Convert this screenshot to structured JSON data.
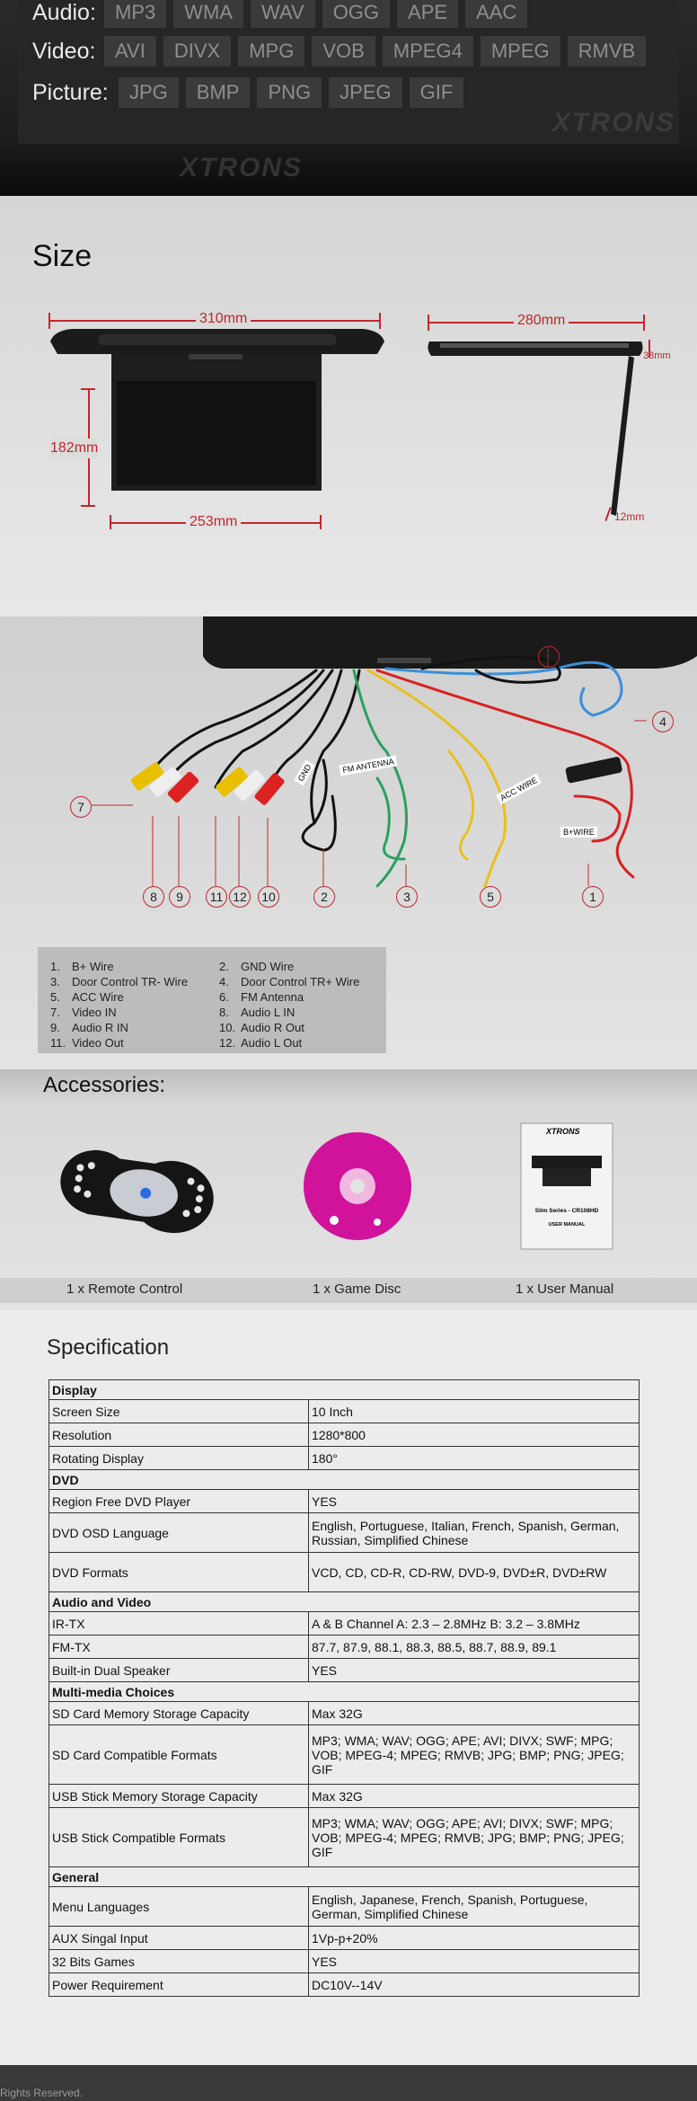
{
  "formats": {
    "audio": {
      "label": "Audio:",
      "items": [
        "MP3",
        "WMA",
        "WAV",
        "OGG",
        "APE",
        "AAC"
      ]
    },
    "video": {
      "label": "Video:",
      "items": [
        "AVI",
        "DIVX",
        "MPG",
        "VOB",
        "MPEG4",
        "MPEG",
        "RMVB"
      ]
    },
    "picture": {
      "label": "Picture:",
      "items": [
        "JPG",
        "BMP",
        "PNG",
        "JPEG",
        "GIF"
      ]
    },
    "watermark": "XTRONS"
  },
  "size": {
    "title": "Size",
    "width": "310mm",
    "depth_top": "280mm",
    "height": "182mm",
    "screen_width": "253mm",
    "thickness": "38mm",
    "screen_thickness": "12mm"
  },
  "wiring": {
    "labels": {
      "fm": "FM ANTENNA",
      "gnd": "GND",
      "acc": "ACC WIRE",
      "b": "B+WIRE"
    },
    "numbers": [
      "1",
      "2",
      "3",
      "4",
      "5",
      "6",
      "7",
      "8",
      "9",
      "10",
      "11",
      "12"
    ],
    "legend": [
      {
        "n": "1.",
        "t": "B+ Wire"
      },
      {
        "n": "2.",
        "t": "GND Wire"
      },
      {
        "n": "3.",
        "t": "Door Control TR- Wire"
      },
      {
        "n": "4.",
        "t": "Door Control TR+ Wire"
      },
      {
        "n": "5.",
        "t": "ACC Wire"
      },
      {
        "n": "6.",
        "t": "FM Antenna"
      },
      {
        "n": "7.",
        "t": "Video IN"
      },
      {
        "n": "8.",
        "t": "Audio L IN"
      },
      {
        "n": "9.",
        "t": "Audio R IN"
      },
      {
        "n": "10.",
        "t": "Audio R Out"
      },
      {
        "n": "11.",
        "t": "Video Out"
      },
      {
        "n": "12.",
        "t": "Audio L Out"
      }
    ]
  },
  "accessories": {
    "title": "Accessories:",
    "items": [
      "1 x Remote Control",
      "1 x Game Disc",
      "1 x User Manual"
    ],
    "manual": {
      "brand": "XTRONS",
      "series": "Slim Series - CR108HD",
      "subtitle": "USER MANUAL"
    }
  },
  "spec": {
    "title": "Specification",
    "rows": [
      {
        "type": "cat",
        "k": "Display"
      },
      {
        "k": "Screen Size",
        "v": "10 Inch"
      },
      {
        "k": "Resolution",
        "v": "1280*800"
      },
      {
        "k": "Rotating Display",
        "v": "180°"
      },
      {
        "type": "cat",
        "k": "DVD"
      },
      {
        "k": "Region Free DVD Player",
        "v": "YES"
      },
      {
        "k": "DVD OSD Language",
        "v": "English, Portuguese, Italian, French, Spanish, German, Russian, Simplified Chinese"
      },
      {
        "k": "DVD Formats",
        "v": "VCD, CD, CD-R, CD-RW, DVD-9, DVD±R, DVD±RW"
      },
      {
        "type": "cat",
        "k": "Audio and Video"
      },
      {
        "k": "IR-TX",
        "v": "A & B Channel A: 2.3 – 2.8MHz B: 3.2 – 3.8MHz"
      },
      {
        "k": "FM-TX",
        "v": "87.7, 87.9, 88.1, 88.3, 88.5, 88.7, 88.9, 89.1"
      },
      {
        "k": "Built-in Dual Speaker",
        "v": "YES"
      },
      {
        "type": "cat",
        "k": "Multi-media Choices"
      },
      {
        "k": "SD Card Memory Storage Capacity",
        "v": "Max 32G"
      },
      {
        "k": "SD Card Compatible Formats",
        "v": "MP3; WMA; WAV; OGG; APE; AVI; DIVX; SWF; MPG; VOB; MPEG-4; MPEG; RMVB; JPG; BMP; PNG; JPEG; GIF"
      },
      {
        "k": "USB Stick Memory Storage Capacity",
        "v": "Max 32G"
      },
      {
        "k": "USB Stick Compatible Formats",
        "v": "MP3; WMA; WAV; OGG; APE; AVI; DIVX; SWF; MPG; VOB; MPEG-4; MPEG; RMVB; JPG; BMP; PNG; JPEG; GIF"
      },
      {
        "type": "cat",
        "k": "General"
      },
      {
        "k": "Menu Languages",
        "v": "English, Japanese, French, Spanish, Portuguese, German, Simplified Chinese"
      },
      {
        "k": "AUX Singal Input",
        "v": "1Vp-p+20%"
      },
      {
        "k": "32 Bits Games",
        "v": "YES"
      },
      {
        "k": "Power Requirement",
        "v": "DC10V--14V"
      }
    ]
  },
  "footer": {
    "text": "Rights Reserved."
  }
}
